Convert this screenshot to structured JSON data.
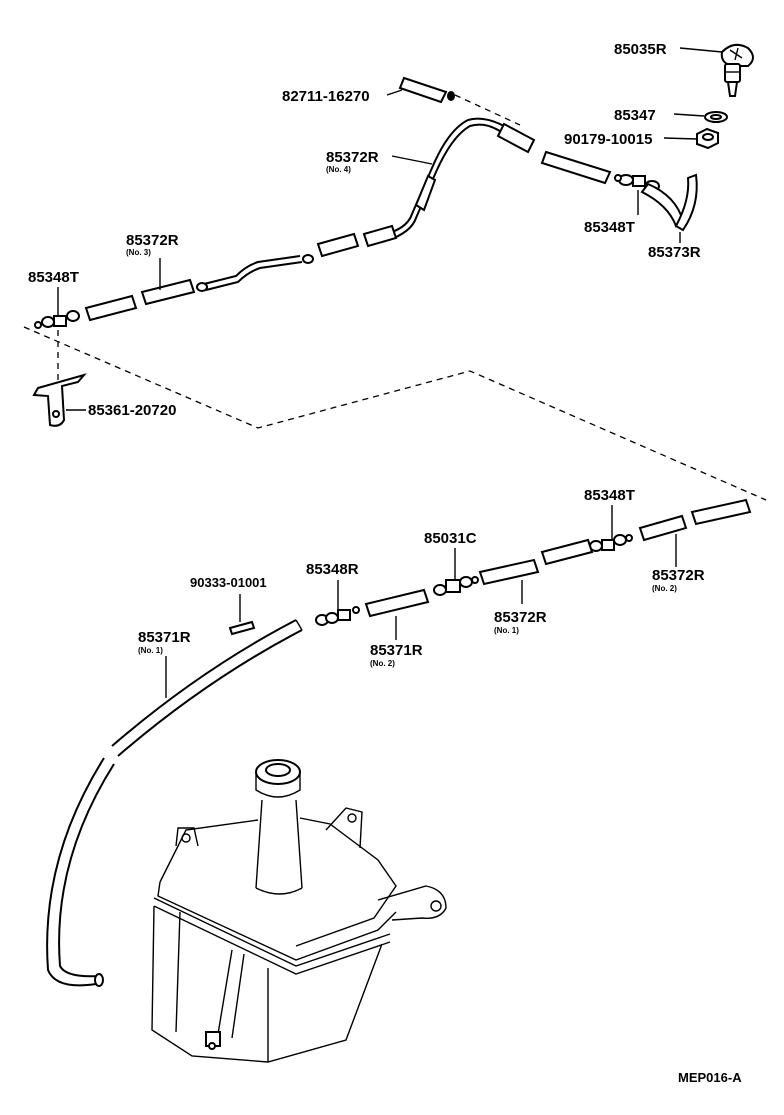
{
  "parts": {
    "p85035R": "85035R",
    "p82711": "82711-16270",
    "p85347": "85347",
    "p90179": "90179-10015",
    "p85372R_no4": "85372R",
    "p85372R_no4_sub": "(No. 4)",
    "p85348T_top": "85348T",
    "p85373R": "85373R",
    "p85372R_no3": "85372R",
    "p85372R_no3_sub": "(No. 3)",
    "p85348T_left": "85348T",
    "p85361": "85361-20720",
    "p85348T_right": "85348T",
    "p85031C": "85031C",
    "p90333": "90333-01001",
    "p85348R": "85348R",
    "p85372R_no2": "85372R",
    "p85372R_no2_sub": "(No. 2)",
    "p85372R_no1": "85372R",
    "p85372R_no1_sub": "(No. 1)",
    "p85371R_no2": "85371R",
    "p85371R_no2_sub": "(No. 2)",
    "p85371R_no1": "85371R",
    "p85371R_no1_sub": "(No. 1)"
  },
  "diagram_code": "MEP016-A",
  "icons": [
    "washer-nozzle-icon",
    "washer-tank-icon",
    "hose-clamp-icon",
    "bracket-icon",
    "connector-icon"
  ]
}
